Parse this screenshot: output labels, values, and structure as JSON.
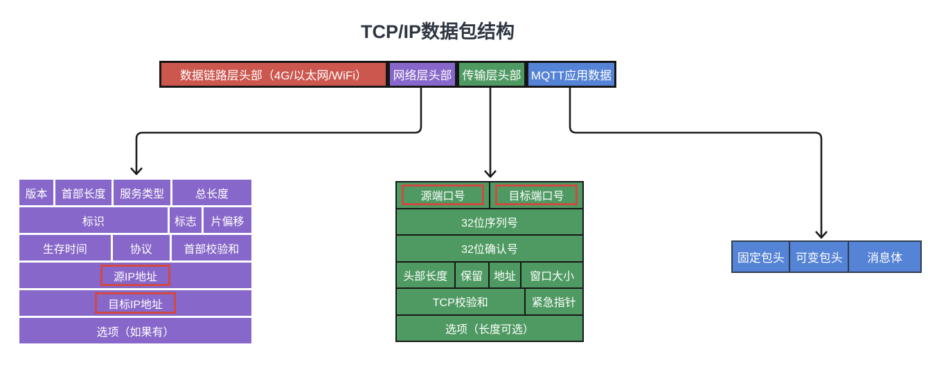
{
  "title": "TCP/IP数据包结构",
  "colors": {
    "red": "#cb574f",
    "purple": "#8767c9",
    "green": "#4f9a62",
    "blue": "#5583d5",
    "highlight": "#d04a41",
    "line": "#1c1c1c",
    "title_ink": "#2e3642",
    "cell_text": "#ffffff"
  },
  "packet_bar": {
    "segments": [
      {
        "label": "数据链路层头部（4G/以太网/WiFi）"
      },
      {
        "label": "网络层头部"
      },
      {
        "label": "传输层头部"
      },
      {
        "label": "MQTT应用数据"
      }
    ]
  },
  "ip_header": {
    "rows": [
      [
        "版本",
        "首部长度",
        "服务类型",
        "总长度"
      ],
      [
        "标识",
        "标志",
        "片偏移"
      ],
      [
        "生存时间",
        "协议",
        "首部校验和"
      ],
      [
        "源IP地址"
      ],
      [
        "目标IP地址"
      ],
      [
        "选项（如果有）"
      ]
    ]
  },
  "tcp_header": {
    "rows": [
      [
        "源端口号",
        "目标端口号"
      ],
      [
        "32位序列号"
      ],
      [
        "32位确认号"
      ],
      [
        "头部长度",
        "保留",
        "地址",
        "窗口大小"
      ],
      [
        "TCP校验和",
        "紧急指针"
      ],
      [
        "选项（长度可选）"
      ]
    ]
  },
  "mqtt_packet": {
    "cells": [
      "固定包头",
      "可变包头",
      "消息体"
    ]
  }
}
